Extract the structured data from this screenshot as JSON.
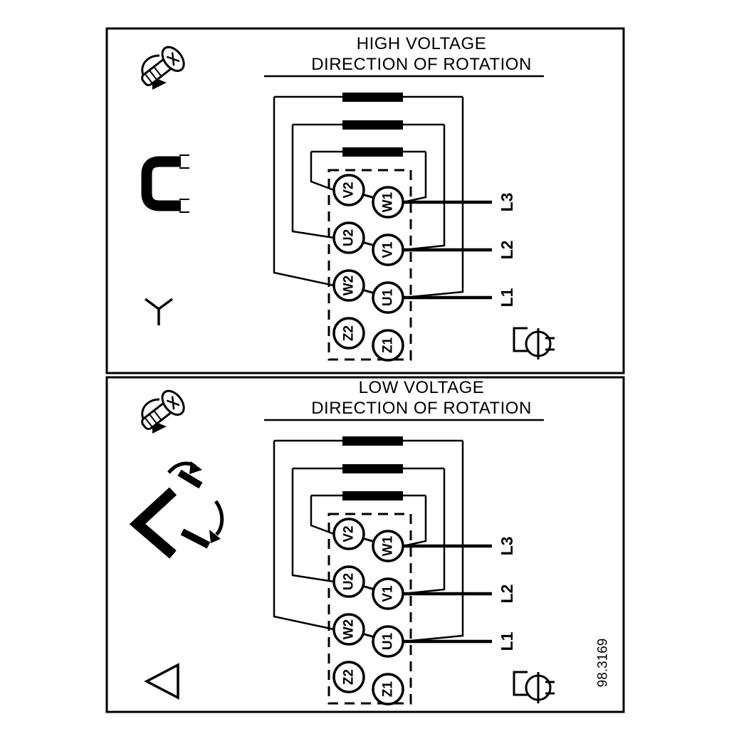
{
  "figure_number": "98.3169",
  "high_panel": {
    "title1": "HIGH VOLTAGE",
    "title2": "DIRECTION OF ROTATION",
    "connection_symbol": "star",
    "terminals": {
      "V2": "V2",
      "U2": "U2",
      "W2": "W2",
      "Z2": "Z2",
      "W1": "W1",
      "V1": "V1",
      "U1": "U1",
      "Z1": "Z1"
    },
    "supply_lines": {
      "L3": "L3",
      "L2": "L2",
      "L1": "L1"
    }
  },
  "low_panel": {
    "title1": "LOW VOLTAGE",
    "title2": "DIRECTION OF ROTATION",
    "connection_symbol": "delta",
    "terminals": {
      "V2": "V2",
      "U2": "U2",
      "W2": "W2",
      "Z2": "Z2",
      "W1": "W1",
      "V1": "V1",
      "U1": "U1",
      "Z1": "Z1"
    },
    "supply_lines": {
      "L3": "L3",
      "L2": "L2",
      "L1": "L1"
    }
  }
}
